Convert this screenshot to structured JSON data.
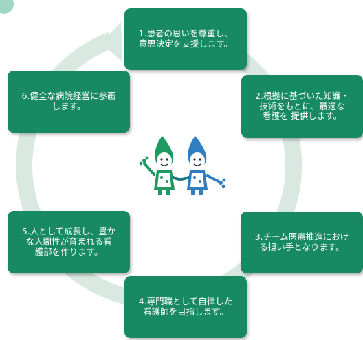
{
  "colors": {
    "box": "#178a63",
    "ring": "#d9e9e2",
    "mascot_green": "#1f9a63",
    "mascot_blue": "#2f7ec2"
  },
  "cycle": {
    "items": [
      {
        "id": "b1",
        "text": "1.患者の思いを尊重し、\n意思決定を支援します。"
      },
      {
        "id": "b2",
        "text": "2.根拠に基づいた知識・\n技術をもとに、最適な\n看護を 提供します。"
      },
      {
        "id": "b3",
        "text": "3.チーム医療推進におけ\nる担い手となります。"
      },
      {
        "id": "b4",
        "text": "4.専門職として自律した\n看護師を目指します。"
      },
      {
        "id": "b5",
        "text": "5.人として成長し、豊か\nな人間性が育まれる看\n護部を作ります。"
      },
      {
        "id": "b6",
        "text": "6.健全な病院経営に参画\nします。"
      }
    ]
  },
  "icons": {
    "mascot": "two-nurse-mascots-icon",
    "arrow": "cycle-arrow-icon"
  }
}
